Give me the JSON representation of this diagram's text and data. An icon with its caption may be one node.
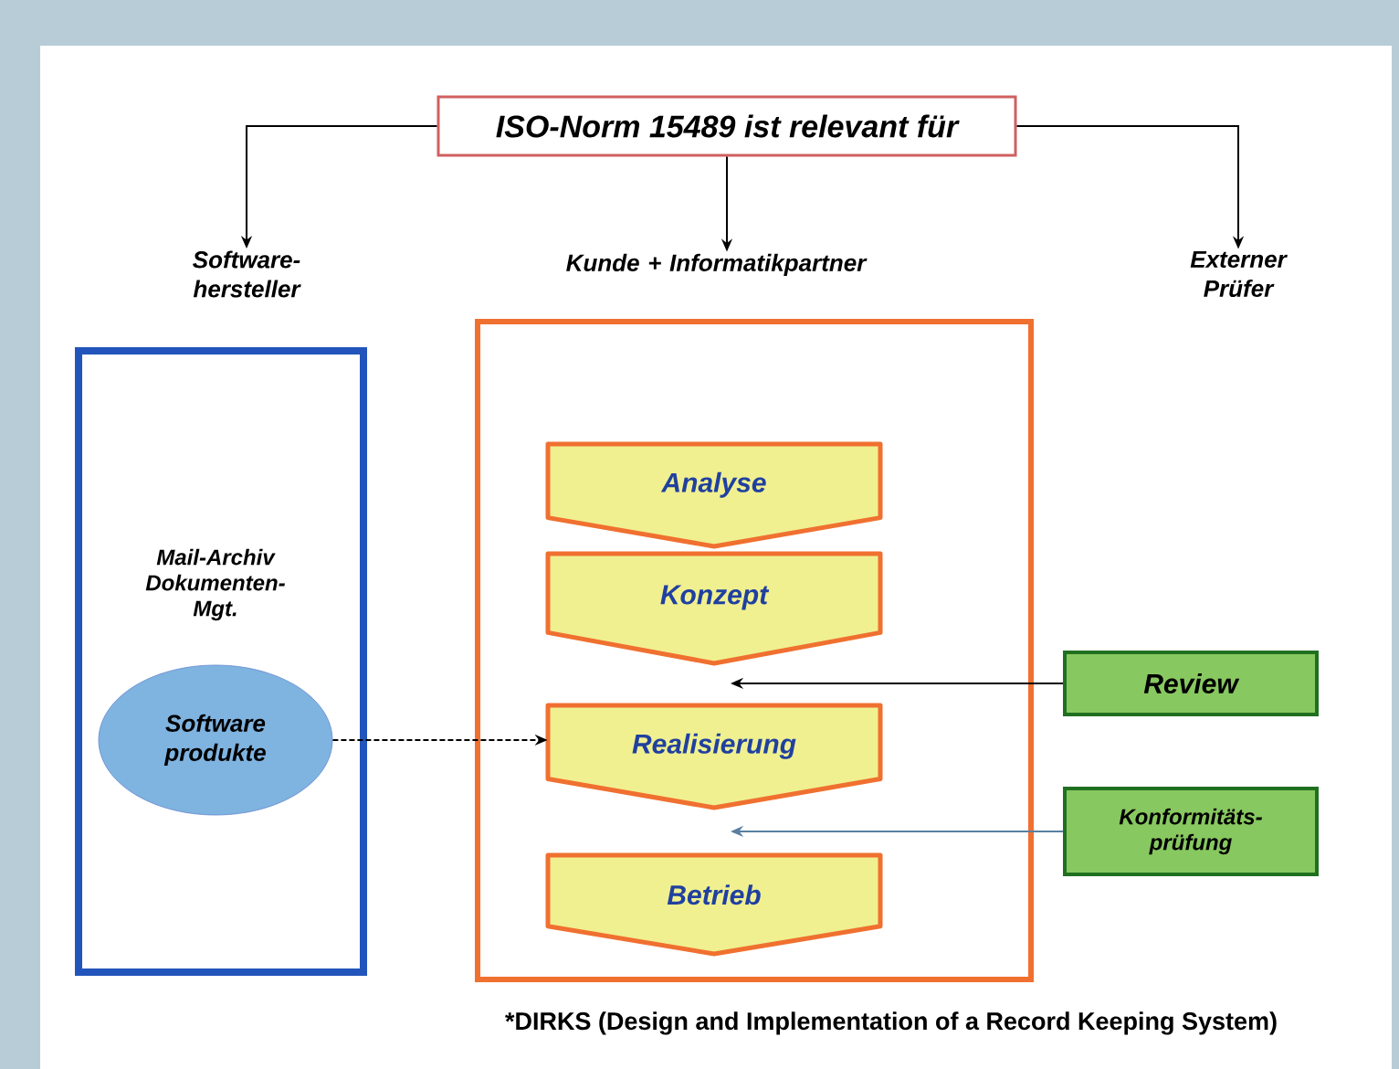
{
  "diagram": {
    "caption": "*DIRKS (Design and Implementation of a Record Keeping System)",
    "nodes": [
      {
        "text": [
          "ISO-Norm 15489 ist relevant für"
        ]
      },
      {
        "text": [
          "Software- hersteller"
        ]
      },
      {
        "text": [
          "Kunde + Informatikpartner"
        ]
      },
      {
        "text": [
          "Externer Prüfer"
        ]
      },
      {
        "text": [
          "Mail-Archiv Dokumenten- Mgt."
        ]
      },
      {
        "text": [
          "Software produkte"
        ],
        "in": 4
      },
      {
        "text": [],
        "shape": "box"
      },
      {
        "text": [
          "Analyse"
        ],
        "in": 6
      },
      {
        "text": [
          "Konzept"
        ],
        "in": 6
      },
      {
        "text": [
          "Realisierung"
        ],
        "in": 6
      },
      {
        "text": [
          "Betrieb"
        ],
        "in": 6
      },
      {
        "text": [
          "Review"
        ]
      },
      {
        "text": [
          "Konformitäts- prüfung"
        ]
      }
    ],
    "edges": [
      {
        "from": 0,
        "to": 1,
        "arrow": "to"
      },
      {
        "from": 0,
        "to": 2,
        "arrow": "to"
      },
      {
        "from": 0,
        "to": 3,
        "arrow": "to"
      },
      {
        "from": 5,
        "to": 9,
        "arrow": "to",
        "style": "dashed"
      },
      {
        "from": 11,
        "to": 9,
        "arrow": "to"
      },
      {
        "from": 12,
        "to": 10,
        "arrow": "to",
        "color": "#5b7fa0"
      }
    ]
  }
}
